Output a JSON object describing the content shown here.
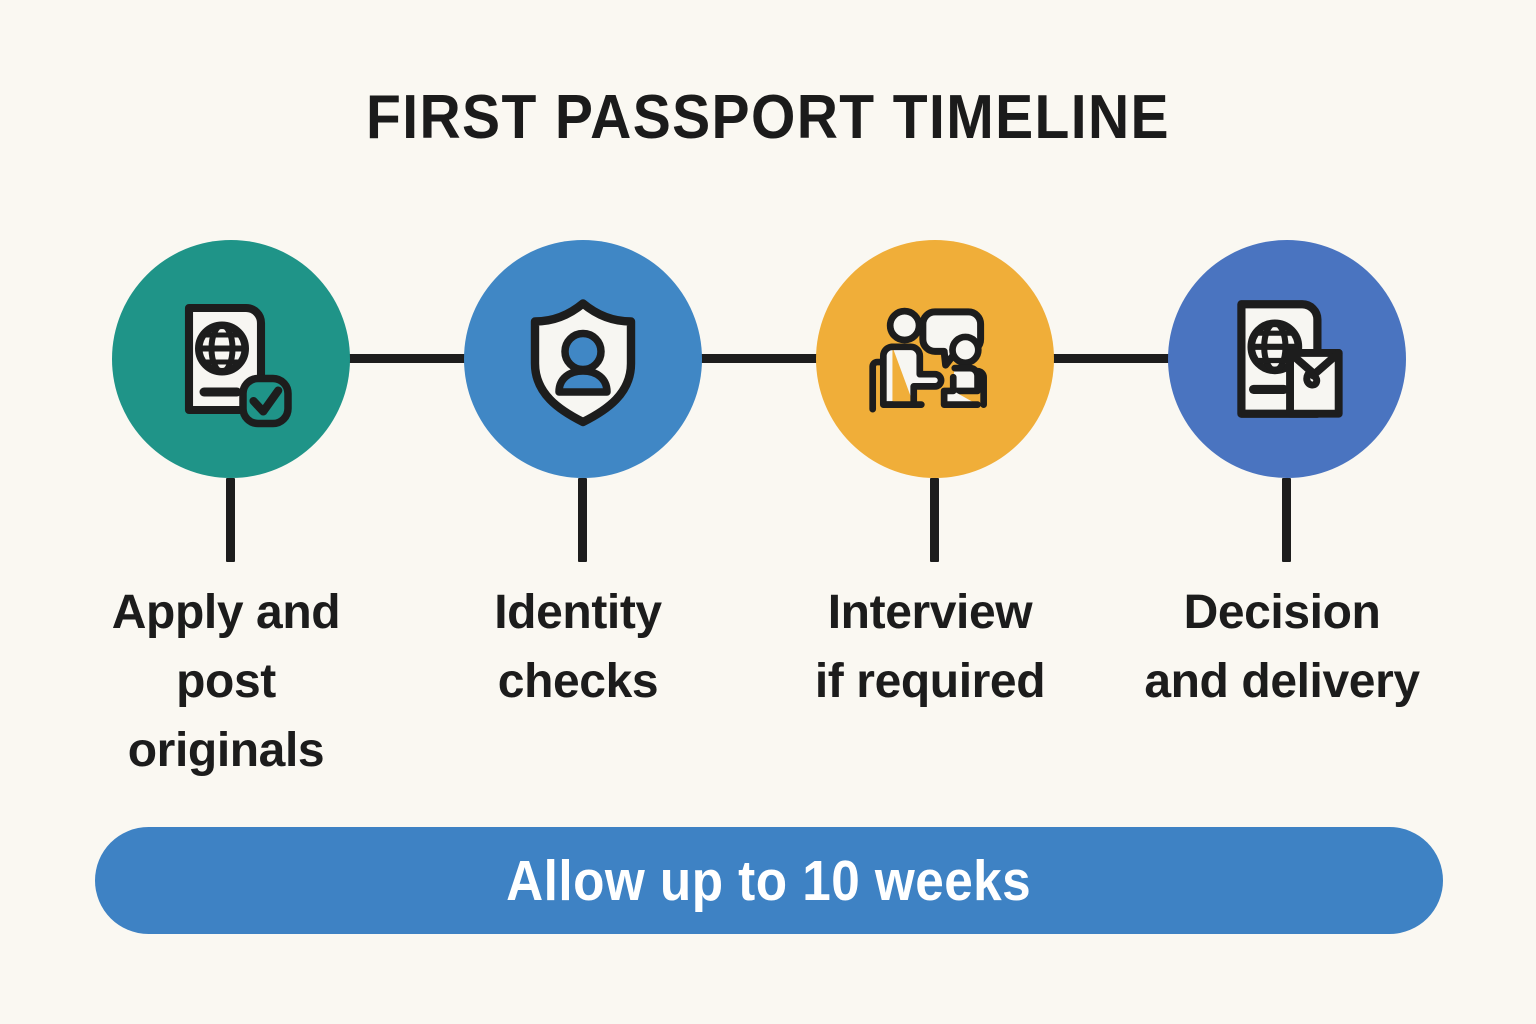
{
  "header": {
    "title": "FIRST PASSPORT TIMELINE"
  },
  "colors": {
    "background": "#faf8f2",
    "ink": "#1d1d1d",
    "step1": "#1f9488",
    "step2": "#4087c5",
    "step3": "#f0ae39",
    "step4": "#4a74c0",
    "banner": "#3e82c4",
    "banner_text": "#ffffff"
  },
  "timeline": {
    "steps": [
      {
        "index": "1",
        "label": "Apply and post originals",
        "label_lines": [
          "Apply and",
          "post",
          "originals"
        ],
        "icon": "passport-check-icon",
        "color": "#1f9488"
      },
      {
        "index": "2",
        "label": "Identity checks",
        "label_lines": [
          "Identity",
          "checks"
        ],
        "icon": "shield-person-icon",
        "color": "#4087c5"
      },
      {
        "index": "3",
        "label": "Interview if required",
        "label_lines": [
          "Interview",
          "if required"
        ],
        "icon": "interview-people-icon",
        "color": "#f0ae39"
      },
      {
        "index": "4",
        "label": "Decision and delivery",
        "label_lines": [
          "Decision",
          "and delivery"
        ],
        "icon": "passport-envelope-icon",
        "color": "#4a74c0"
      }
    ]
  },
  "banner": {
    "text": "Allow up to 10 weeks"
  }
}
